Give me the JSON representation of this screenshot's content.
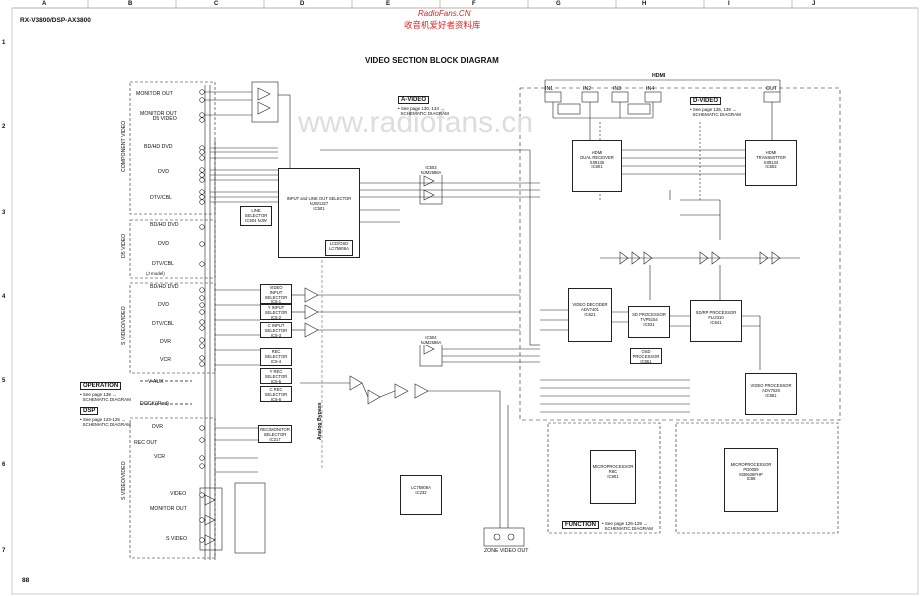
{
  "header": {
    "model": "RX-V3800/DSP-AX3800",
    "watermark_cn": "收音机爱好者资料库",
    "watermark_url": "RadioFans.CN",
    "diagonal_watermark": "www.radiofans.cn",
    "title": "VIDEO SECTION BLOCK DIAGRAM",
    "page_number": "88"
  },
  "grid": {
    "columns": [
      "A",
      "B",
      "C",
      "D",
      "E",
      "F",
      "G",
      "H",
      "I",
      "J"
    ],
    "rows": [
      "1",
      "2",
      "3",
      "4",
      "5",
      "6",
      "7"
    ]
  },
  "sections": {
    "a_video": {
      "title": "A-VIDEO",
      "note": "• See page 130, 134 →\n  SCHEMATIC DIAGRAM"
    },
    "d_video": {
      "title": "D-VIDEO",
      "note": "• See page 135, 139 →\n  SCHEMATIC DIAGRAM"
    },
    "operation": {
      "title": "OPERATION",
      "note": "• See page 138 →\n  SCHEMATIC DIAGRAM"
    },
    "dsp": {
      "title": "DSP",
      "note": "• See page 123-125 →\n  SCHEMATIC DIAGRAM"
    },
    "function": {
      "title": "FUNCTION",
      "note": "• See page 126-129 →\n  SCHEMATIC DIAGRAM"
    }
  },
  "left_labels": {
    "monitor_out": "MONITOR OUT",
    "monitor_out_d5": "MONITOR OUT\nD5 VIDEO",
    "component_video": "COMPONENT VIDEO",
    "d5_video": "D5 VIDEO",
    "s_video_video": "S VIDEO/VIDEO",
    "s_video_video_2": "S VIDEO/VIDEO",
    "bd_hd_dvd_1": "BD/HD DVD",
    "dvd_1": "DVD",
    "dtv_cbl_1": "DTV/CBL",
    "bd_hd_dvd_2": "BD/HD DVD",
    "dvd_2": "DVD",
    "dtv_cbl_2": "DTV/CBL",
    "bd_hd_dvd_3": "BD/HD DVD",
    "dvd_3": "DVD",
    "dtv_cbl_3": "DTV/CBL",
    "dvr_1": "DVR",
    "vcr_1": "VCR",
    "v_aux": "V-AUX",
    "dock": "DOCK(iPod)",
    "dvr_2": "DVR",
    "rec_out": "REC OUT",
    "vcr_2": "VCR",
    "monitor_out_2": "MONITOR OUT",
    "video": "VIDEO",
    "s_video": "S VIDEO",
    "zone_video_out": "ZONE VIDEO OUT",
    "analog_bypass": "Analog Bypass",
    "j_model": "(J model)"
  },
  "hdmi": {
    "label": "HDMI",
    "inputs": [
      "IN1",
      "IN2",
      "IN3",
      "IN4"
    ],
    "output": "OUT"
  },
  "blocks": {
    "ic501": "INPUT and LINE OUT SELECTOR\nNJW1327\nIC501",
    "ic503": "IC503\nNJM2586A",
    "ic504": "IC504\nNJM2586A",
    "ic502": "LCD/OSD\nLC75808A",
    "ic232": "LC75808A\nIC232",
    "line_selector": "LINE\nSELECTOR\nIC504 NJW",
    "svideo_sel_1": "VIDEO\nINPUT\nSELECTOR\nIC5-1",
    "svideo_sel_2": "Y INPUT\nSELECTOR\nIC5-2",
    "svideo_sel_3": "C INPUT\nSELECTOR\nIC5-3",
    "svideo_sel_4": "REC\nSELECTOR\nIC5-4",
    "svideo_sel_5": "Y REC\nSELECTOR\nIC5-5",
    "svideo_sel_6": "C REC\nSELECTOR\nIC5-6",
    "rec_selector": "REC/MONITOR\nSELECTOR\nIC217",
    "hdmi_receiver": "HDMI\nDUAL RECEIVER\nSII9135\nIC601",
    "hdmi_transmitter": "HDMI\nTRANSMITTER\nSII9134\nIC602",
    "video_decoder": "VIDEO DECODER\nADV7401\nIC621",
    "sd_processor": "SD PROCESSOR\nTVP5154\nIC631",
    "sd_rp_processor": "SD/RP PROCESSOR\nFLI2310\nIC641",
    "osd_processor": "OSD\nPROCESSOR\nIC651",
    "video_processor": "VIDEO PROCESSOR\nADV7520\nIC661",
    "microprocessor_1": "MICROPROCESSOR\nR8C\nIC801",
    "microprocessor_2": "MICROPROCESSOR\nPD0009\nM30626FHP\nIC88"
  }
}
